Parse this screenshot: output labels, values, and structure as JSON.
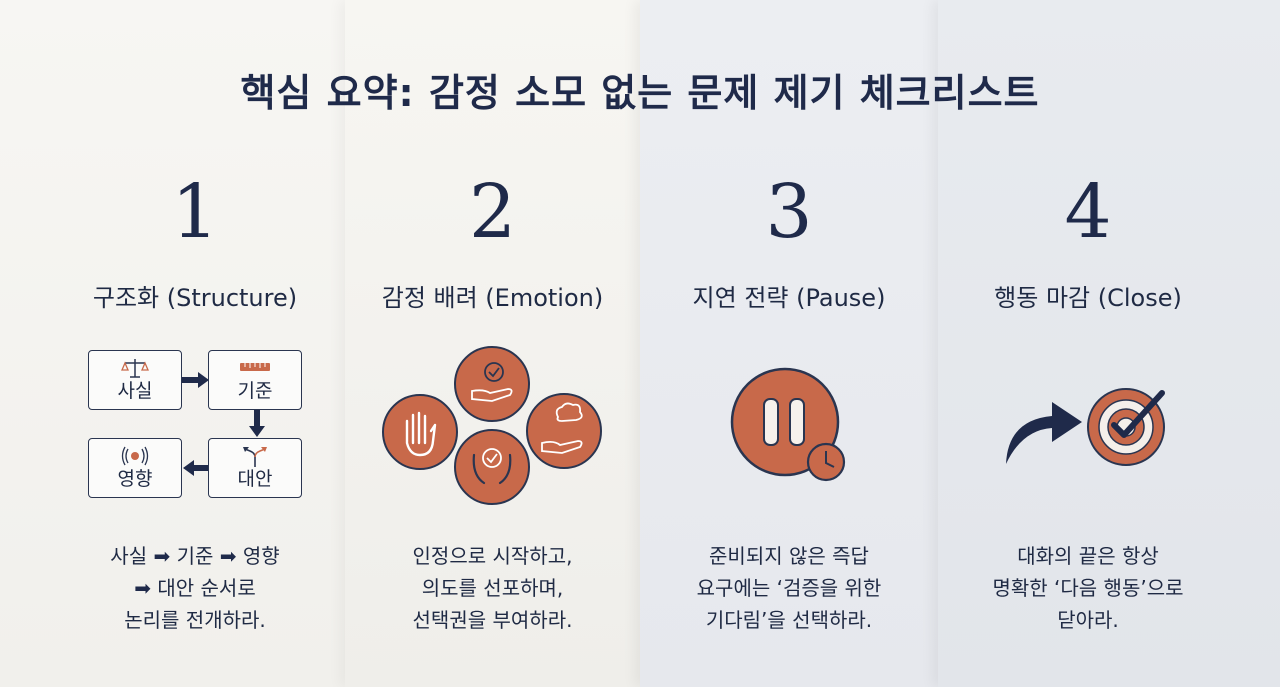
{
  "title": "핵심 요약: 감정 소모 없는 문제 제기 체크리스트",
  "colors": {
    "navy": "#1f2a4a",
    "accent": "#c8694a"
  },
  "columns": [
    {
      "number": "1",
      "heading": "구조화 (Structure)",
      "flow": {
        "boxes": [
          {
            "label": "사실",
            "icon": "scale-icon"
          },
          {
            "label": "기준",
            "icon": "ruler-icon"
          },
          {
            "label": "영향",
            "icon": "ripple-icon"
          },
          {
            "label": "대안",
            "icon": "split-arrow-icon"
          }
        ]
      },
      "desc": {
        "line1_a": "사실",
        "line1_b": "기준",
        "line1_c": "영향",
        "line2": "대안 순서로",
        "line3": "논리를 전개하라."
      }
    },
    {
      "number": "2",
      "heading": "감정 배려 (Emotion)",
      "icons": [
        "raised-hand-icon",
        "hand-check-icon",
        "thought-hand-icon",
        "cupped-hands-check-icon"
      ],
      "desc": {
        "line1": "인정으로 시작하고,",
        "line2": "의도를 선포하며,",
        "line3": "선택권을 부여하라."
      }
    },
    {
      "number": "3",
      "heading": "지연 전략 (Pause)",
      "icons": [
        "pause-icon",
        "clock-icon"
      ],
      "desc": {
        "line1": "준비되지 않은 즉답",
        "line2": "요구에는 ‘검증을 위한",
        "line3": "기다림’을 선택하라."
      }
    },
    {
      "number": "4",
      "heading": "행동 마감 (Close)",
      "icons": [
        "curved-arrow-icon",
        "target-check-icon"
      ],
      "desc": {
        "line1": "대화의 끝은 항상",
        "line2": "명확한 ‘다음 행동’으로",
        "line3": "닫아라."
      }
    }
  ]
}
